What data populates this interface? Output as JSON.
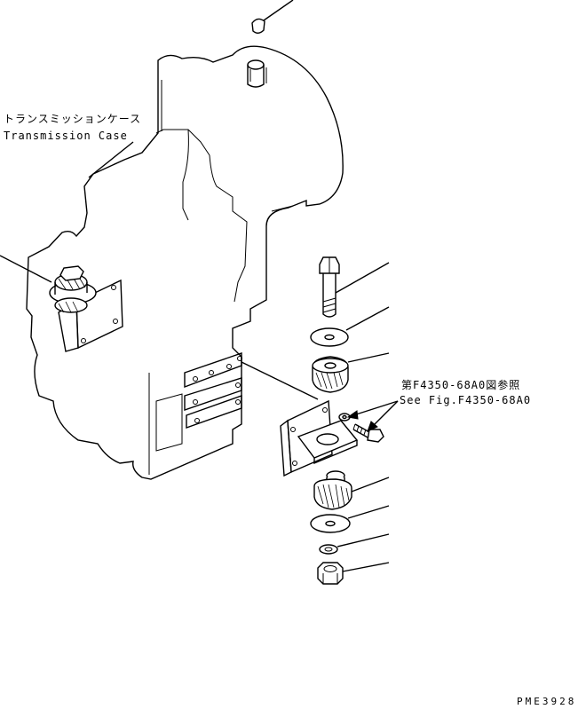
{
  "labels": {
    "case_jp": "トランスミッションケース",
    "case_en": "Transmission Case",
    "ref_jp": "第F4350-68A0図参照",
    "ref_en": "See Fig.F4350-68A0",
    "drawing_code": "PME3928"
  }
}
